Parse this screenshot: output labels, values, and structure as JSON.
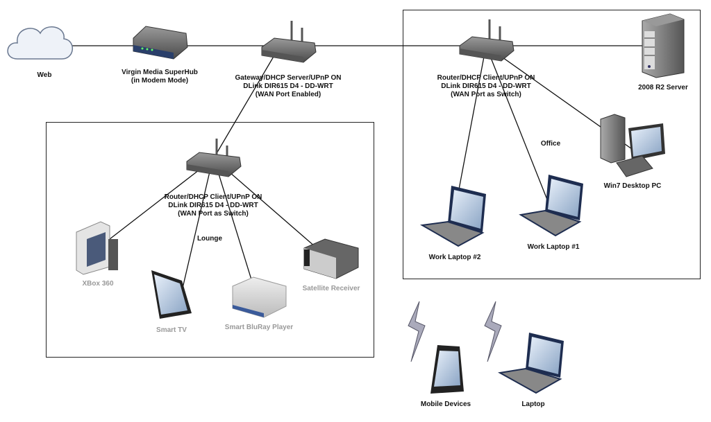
{
  "nodes": {
    "web": {
      "label": "Web",
      "icon": "cloud-icon"
    },
    "superhub": {
      "lines": [
        "Virgin Media SuperHub",
        "(in Modem Mode)"
      ],
      "icon": "modem-icon"
    },
    "gateway": {
      "lines": [
        "Gateway/DHCP Server/UPnP ON",
        "DLink DIR615 D4 - DD-WRT",
        "(WAN Port Enabled)"
      ],
      "icon": "router-icon"
    },
    "office_router": {
      "lines": [
        "Router/DHCP Client/UPnP ON",
        "DLink DIR615 D4 - DD-WRT",
        "(WAN Port as Switch)"
      ],
      "icon": "router-icon"
    },
    "server": {
      "label": "2008 R2 Server",
      "icon": "server-icon"
    },
    "lounge_router": {
      "lines": [
        "Router/DHCP Client/UPnP ON",
        "DLink DIR615 D4 - DD-WRT",
        "(WAN Port as Switch)"
      ],
      "icon": "router-icon"
    },
    "xbox": {
      "label": "XBox 360",
      "icon": "game-console-icon"
    },
    "smart_tv": {
      "label": "Smart TV",
      "icon": "tv-icon"
    },
    "bluray": {
      "label": "Smart BluRay Player",
      "icon": "media-player-icon"
    },
    "satellite": {
      "label": "Satellite Receiver",
      "icon": "receiver-icon"
    },
    "win7": {
      "label": "Win7 Desktop PC",
      "icon": "desktop-pc-icon"
    },
    "laptop2": {
      "label": "Work Laptop #2",
      "icon": "laptop-icon"
    },
    "laptop1": {
      "label": "Work Laptop #1",
      "icon": "laptop-icon"
    },
    "mobile": {
      "label": "Mobile Devices",
      "icon": "smartphone-icon"
    },
    "laptop": {
      "label": "Laptop",
      "icon": "laptop-icon"
    }
  },
  "zones": {
    "office": "Office",
    "lounge": "Lounge"
  }
}
